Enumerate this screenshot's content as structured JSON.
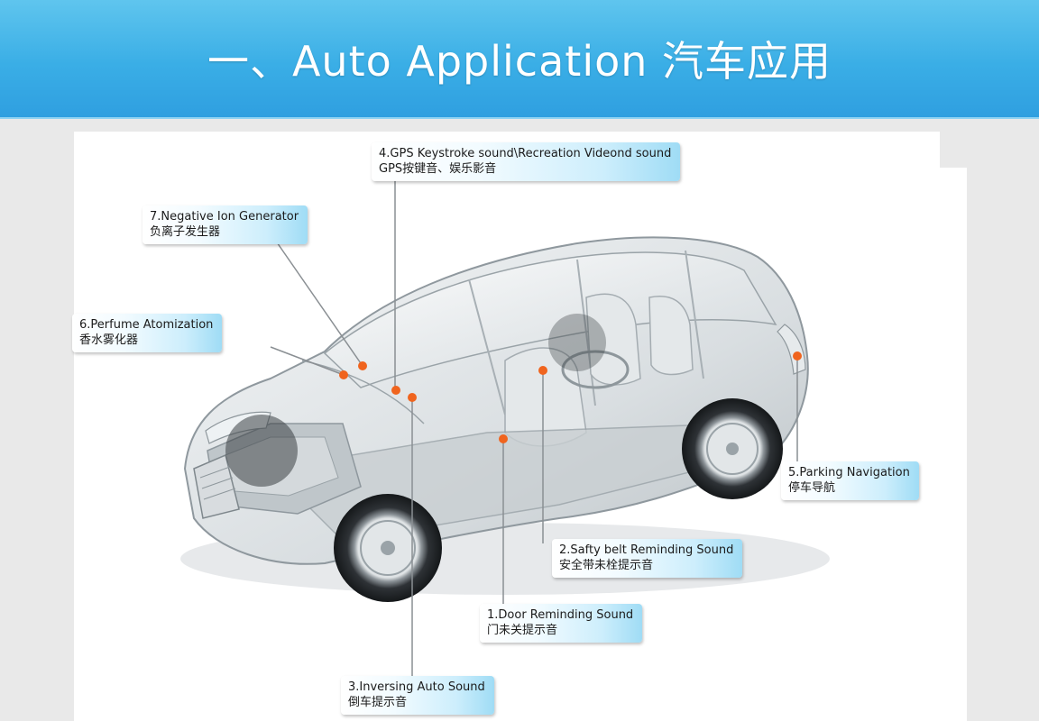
{
  "header": {
    "title": "一、Auto Application  汽车应用"
  },
  "colors": {
    "header_blue": "#3aaee6",
    "dot_orange": "#f0641e",
    "label_blue": "#9fdcf5"
  },
  "labels": [
    {
      "id": "gps",
      "en": "4.GPS Keystroke sound\\Recreation Videond sound",
      "zh": "GPS按键音、娱乐影音"
    },
    {
      "id": "ion",
      "en": "7.Negative Ion Generator",
      "zh": "负离子发生器"
    },
    {
      "id": "perfume",
      "en": "6.Perfume Atomization",
      "zh": "香水雾化器"
    },
    {
      "id": "parking",
      "en": "5.Parking Navigation",
      "zh": "停车导航"
    },
    {
      "id": "belt",
      "en": "2.Safty belt Reminding Sound",
      "zh": "安全带未栓提示音"
    },
    {
      "id": "door",
      "en": "1.Door Reminding Sound",
      "zh": "门未关提示音"
    },
    {
      "id": "reverse",
      "en": "3.Inversing Auto Sound",
      "zh": "倒车提示音"
    }
  ]
}
